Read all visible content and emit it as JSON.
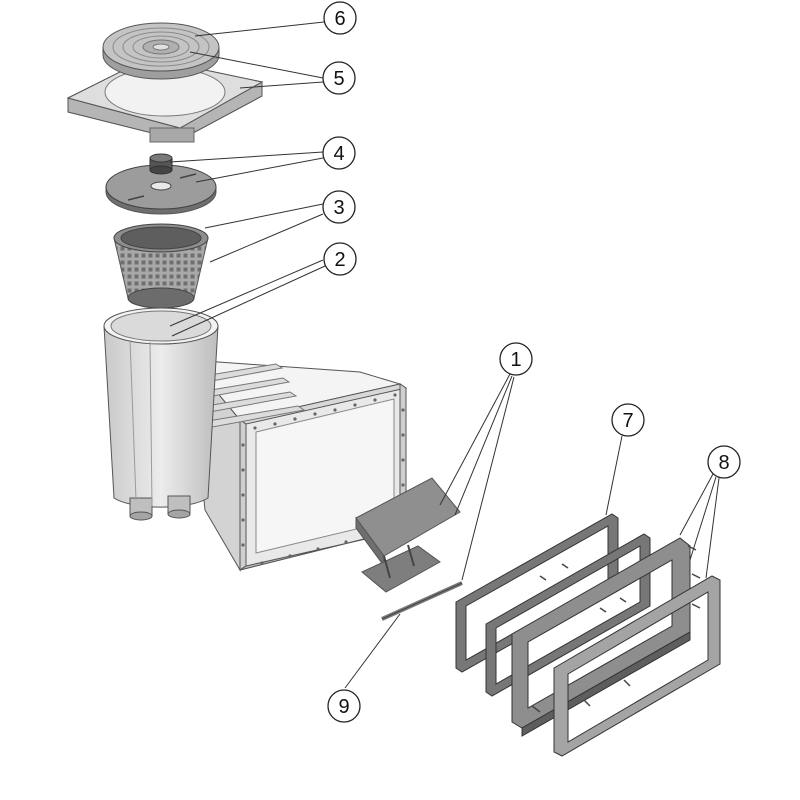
{
  "diagram": {
    "callouts": [
      {
        "id": "c6",
        "label": "6"
      },
      {
        "id": "c5",
        "label": "5"
      },
      {
        "id": "c4",
        "label": "4"
      },
      {
        "id": "c3",
        "label": "3"
      },
      {
        "id": "c2",
        "label": "2"
      },
      {
        "id": "c1",
        "label": "1"
      },
      {
        "id": "c7",
        "label": "7"
      },
      {
        "id": "c8",
        "label": "8"
      },
      {
        "id": "c9",
        "label": "9"
      }
    ],
    "colors": {
      "part_light": "#e6e6e6",
      "part_mid": "#cfcfcf",
      "part_dark": "#9a9a9a",
      "gasket_dark": "#6e6e6e",
      "outline": "#555555"
    }
  }
}
